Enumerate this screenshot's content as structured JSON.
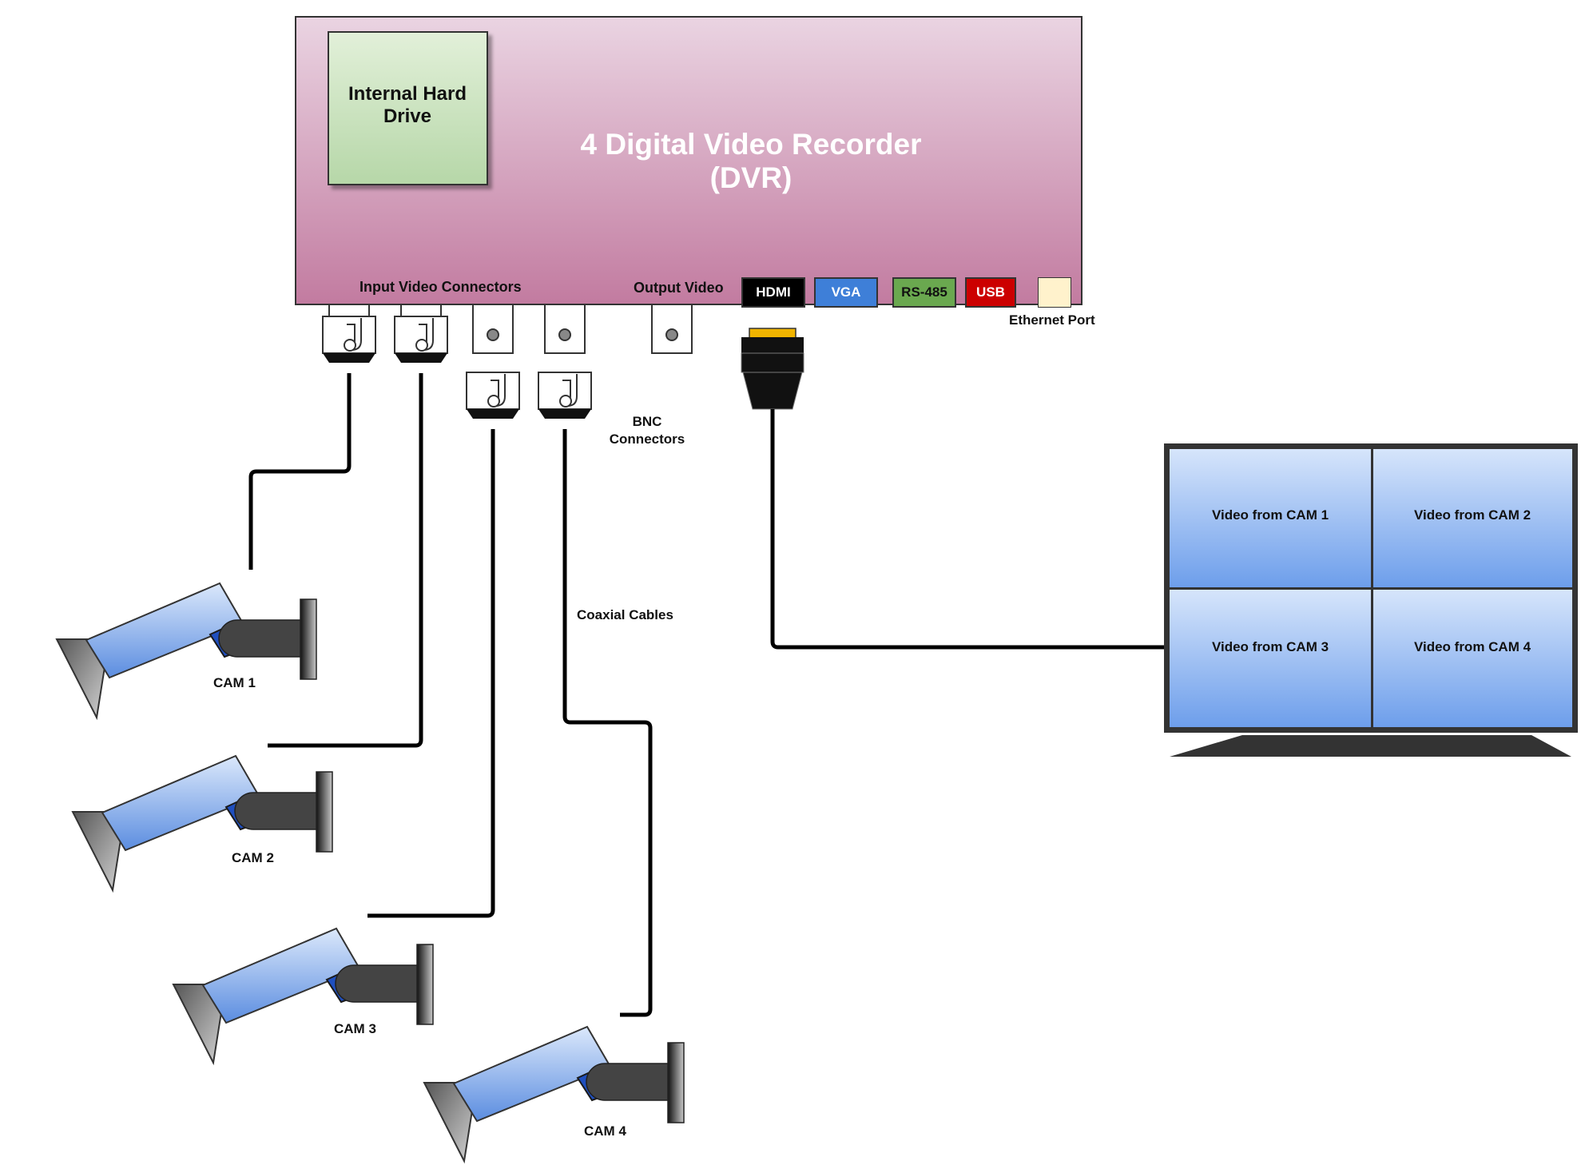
{
  "dvr": {
    "title_line1": "4 Digital Video Recorder",
    "title_line2": "(DVR)",
    "hdd_line1": "Internal Hard",
    "hdd_line2": "Drive",
    "input_label": "Input Video Connectors",
    "output_label": "Output Video",
    "ports": [
      {
        "label": "HDMI",
        "bg": "#000000",
        "fg": "#ffffff"
      },
      {
        "label": "VGA",
        "bg": "#3e7fd8",
        "fg": "#ffffff"
      },
      {
        "label": "RS-485",
        "bg": "#6aa84f",
        "fg": "#111111"
      },
      {
        "label": "USB",
        "bg": "#cc0000",
        "fg": "#ffffff"
      },
      {
        "label": "",
        "bg": "#fff2cc",
        "fg": "#111111"
      }
    ],
    "ethernet_label": "Ethernet Port"
  },
  "annotations": {
    "bnc_line1": "BNC",
    "bnc_line2": "Connectors",
    "coax": "Coaxial Cables"
  },
  "cameras": [
    {
      "label": "CAM 1"
    },
    {
      "label": "CAM 2"
    },
    {
      "label": "CAM 3"
    },
    {
      "label": "CAM 4"
    }
  ],
  "monitor": {
    "cells": [
      "Video from CAM 1",
      "Video from CAM 2",
      "Video from CAM 3",
      "Video from CAM 4"
    ]
  },
  "colors": {
    "dvr_top": "#ead4e2",
    "dvr_bottom": "#c27ba0",
    "hdd_top": "#e2f0d9",
    "hdd_bottom": "#b6d7a8",
    "screen_top": "#d6e5fb",
    "screen_bottom": "#6d9eeb",
    "camera_top": "#dbe8fb",
    "camera_bottom": "#5b8de0",
    "lens": "#1f4fbf",
    "cable": "#000000"
  },
  "icons": [
    "camera-icon",
    "bnc-connector-icon",
    "hdmi-plug-icon",
    "monitor-icon"
  ]
}
